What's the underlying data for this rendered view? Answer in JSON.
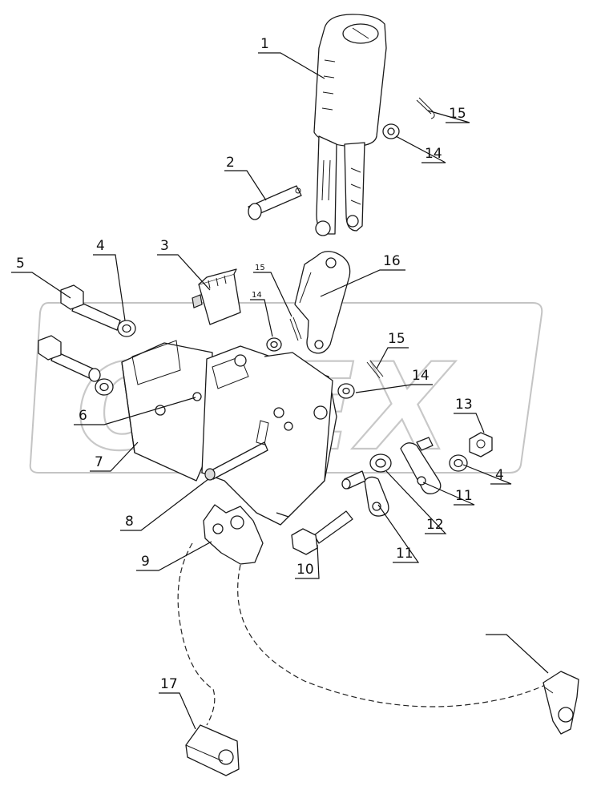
{
  "watermark": {
    "text": "OPEX"
  },
  "callouts": {
    "c1": "1",
    "c2": "2",
    "c3": "3",
    "c4a": "4",
    "c4b": "4",
    "c5": "5",
    "c6": "6",
    "c7": "7",
    "c8": "8",
    "c9": "9",
    "c10": "10",
    "c11a": "11",
    "c11b": "11",
    "c12": "12",
    "c13": "13",
    "c14a": "14",
    "c14b": "14",
    "c14c": "14",
    "c15a": "15",
    "c15b": "15",
    "c15c": "15",
    "c16": "16",
    "c17": "17"
  }
}
